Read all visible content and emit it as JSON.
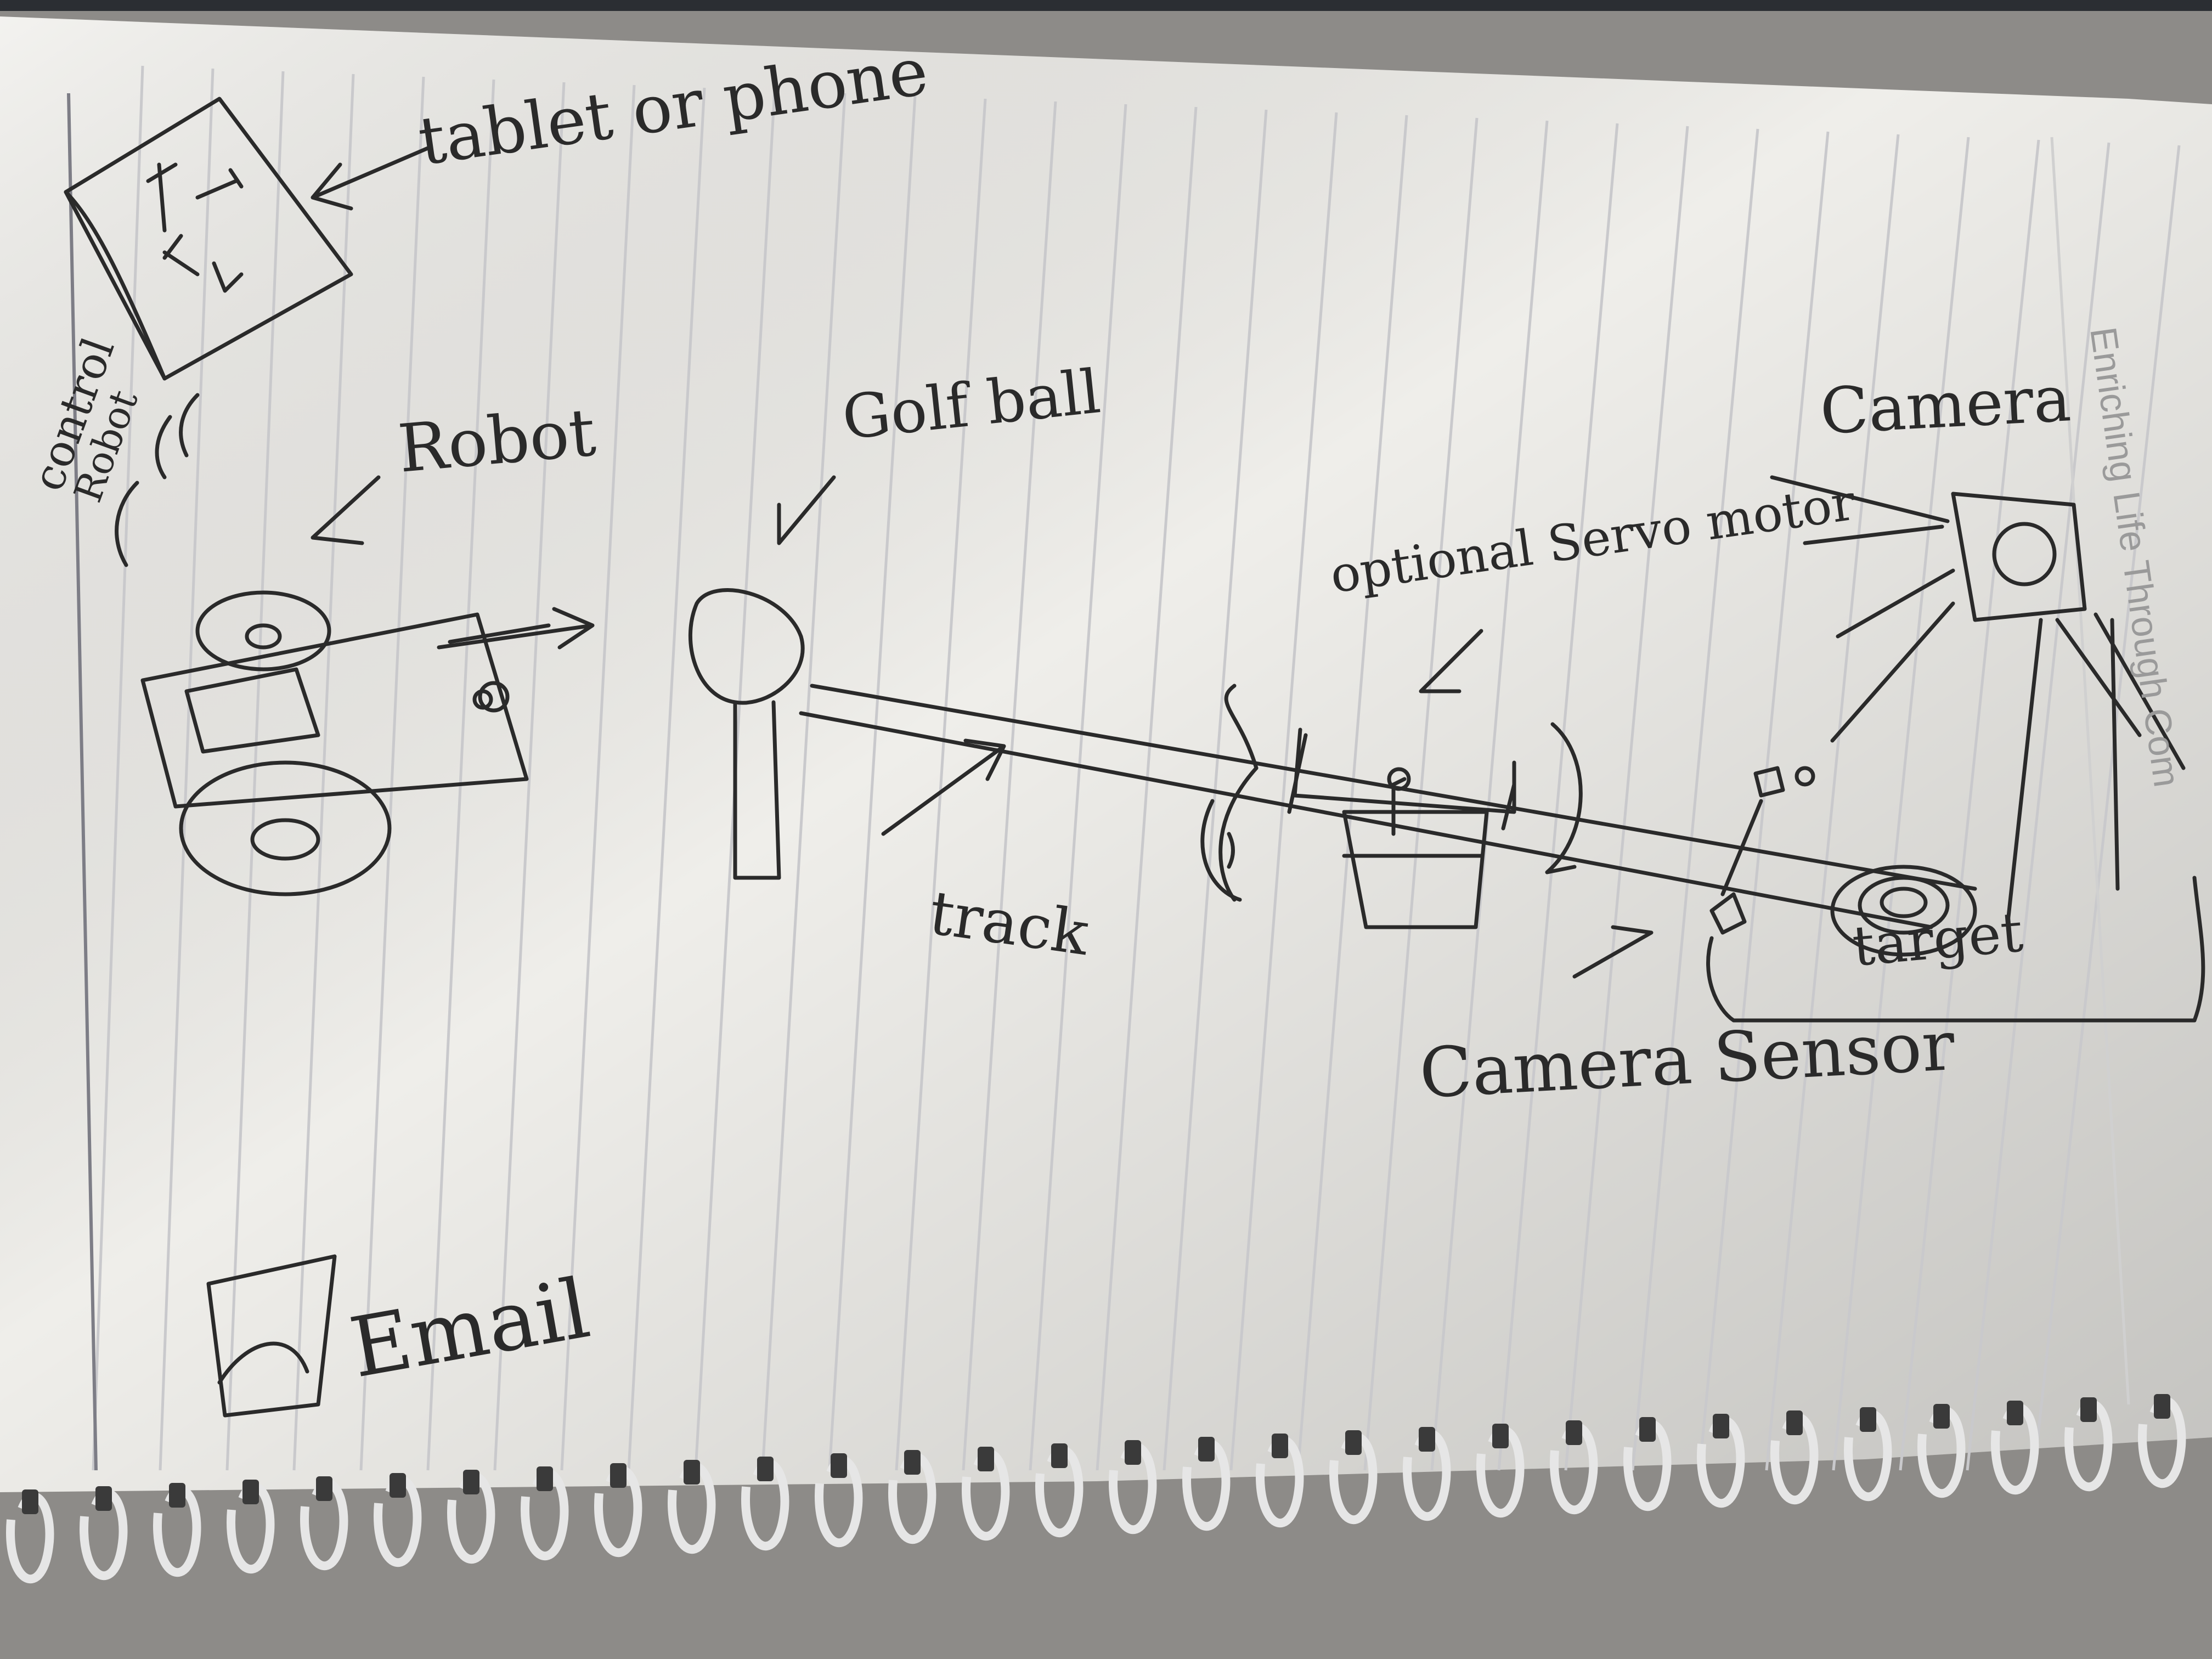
{
  "labels": {
    "tablet": "tablet or phone",
    "control": "control",
    "robot_small": "Robot",
    "robot": "Robot",
    "golf_ball": "Golf ball",
    "optional_servo": "optional Servo motor",
    "camera_top": "Camera",
    "track": "track",
    "target": "target",
    "camera_sensor": "Camera Sensor",
    "email": "Email",
    "notebook_footer": "Enriching Life Through Com"
  },
  "colors": {
    "paper": "#efeeea",
    "ink": "#2a2a2a",
    "rule": "#c9c9cc",
    "spiral": "#e6e6e6",
    "cover": "#2b2e33"
  }
}
